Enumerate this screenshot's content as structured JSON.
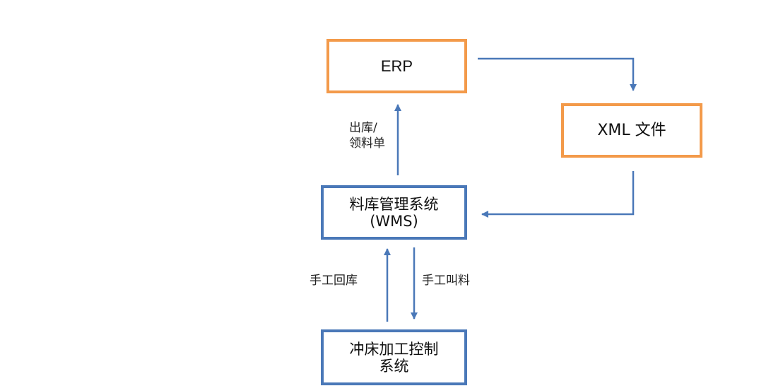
{
  "colors": {
    "erp_border": "#f39a4a",
    "system_border": "#4a78b8",
    "arrow": "#4a78b8"
  },
  "nodes": {
    "erp": {
      "label": "ERP"
    },
    "xml": {
      "label": "XML 文件"
    },
    "wms": {
      "line1": "料库管理系统",
      "line2": "(WMS)"
    },
    "press": {
      "line1": "冲床加工控制",
      "line2": "系统"
    }
  },
  "edges": {
    "wms_to_erp": {
      "line1": "出库/",
      "line2": "领料单"
    },
    "press_to_wms": {
      "label": "手工回库"
    },
    "wms_to_press": {
      "label": "手工叫料"
    }
  }
}
